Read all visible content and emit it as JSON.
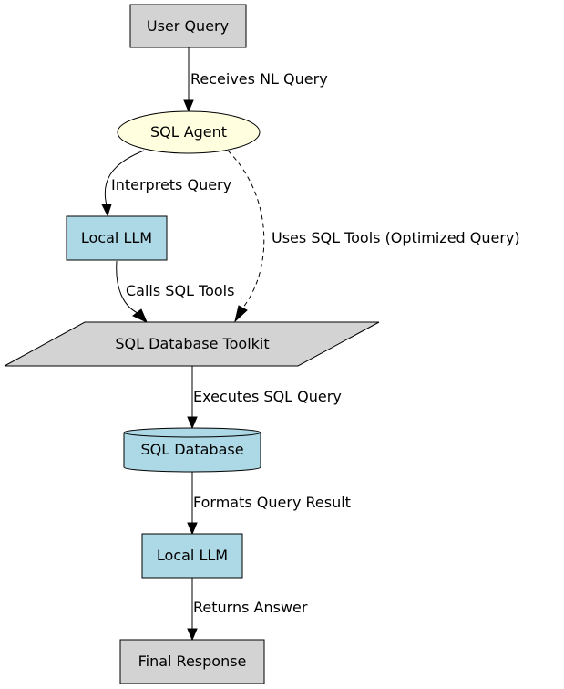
{
  "colors": {
    "gray_node": "#d3d3d3",
    "blue_node": "#add8e6",
    "agent_node": "#ffffe0",
    "stroke": "#000000"
  },
  "nodes": {
    "user_query": "User Query",
    "sql_agent": "SQL Agent",
    "local_llm_1": "Local LLM",
    "toolkit": "SQL Database Toolkit",
    "database": "SQL Database",
    "local_llm_2": "Local LLM",
    "final_response": "Final Response"
  },
  "edges": {
    "receives": "Receives NL Query",
    "interprets": "Interprets Query",
    "uses_tools": "Uses SQL Tools (Optimized Query)",
    "calls_tools": "Calls SQL Tools",
    "executes": "Executes SQL Query",
    "formats": "Formats Query Result",
    "returns": "Returns Answer"
  }
}
